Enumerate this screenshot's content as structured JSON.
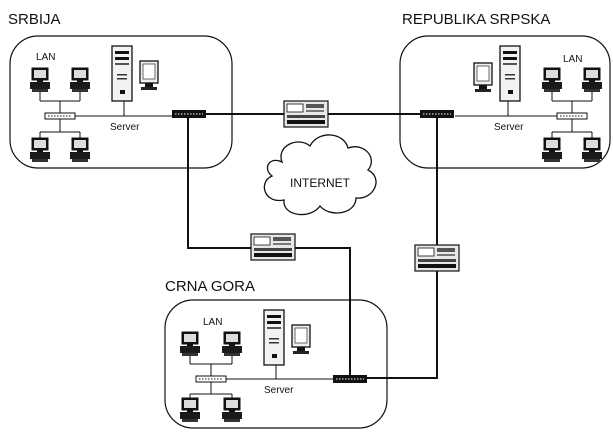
{
  "regions": {
    "serbia": {
      "title": "SRBIJA",
      "lan": "LAN",
      "server": "Server"
    },
    "srpska": {
      "title": "REPUBLIKA SRPSKA",
      "lan": "LAN",
      "server": "Server"
    },
    "montenegro": {
      "title": "CRNA GORA",
      "lan": "LAN",
      "server": "Server"
    }
  },
  "cloud": {
    "label": "INTERNET"
  }
}
